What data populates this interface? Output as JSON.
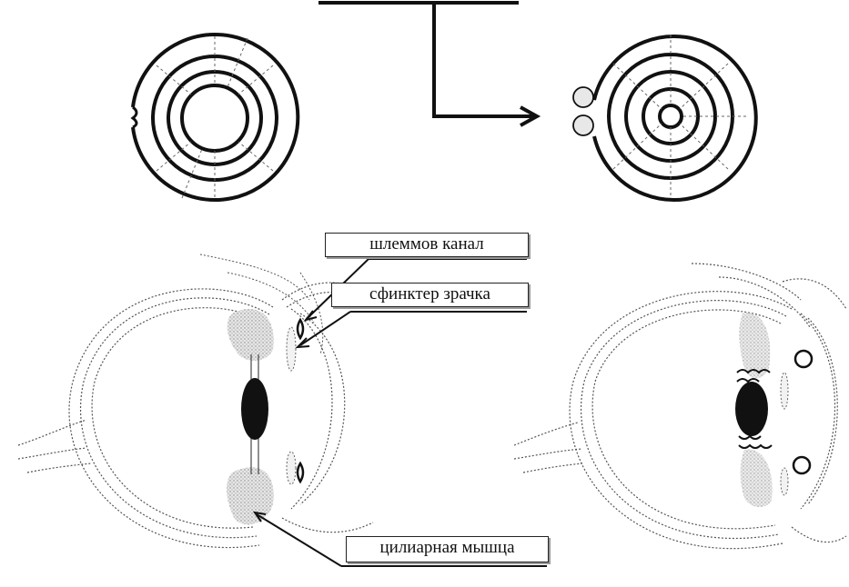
{
  "labels": {
    "schlemm_canal": "шлеммов канал",
    "pupil_sphincter": "сфинктер зрачка",
    "ciliary_muscle": "цилиарная мышца"
  },
  "colors": {
    "line": "#111111",
    "dotted": "#555555",
    "stipple": "#cfcfcf",
    "lens": "#111111"
  }
}
